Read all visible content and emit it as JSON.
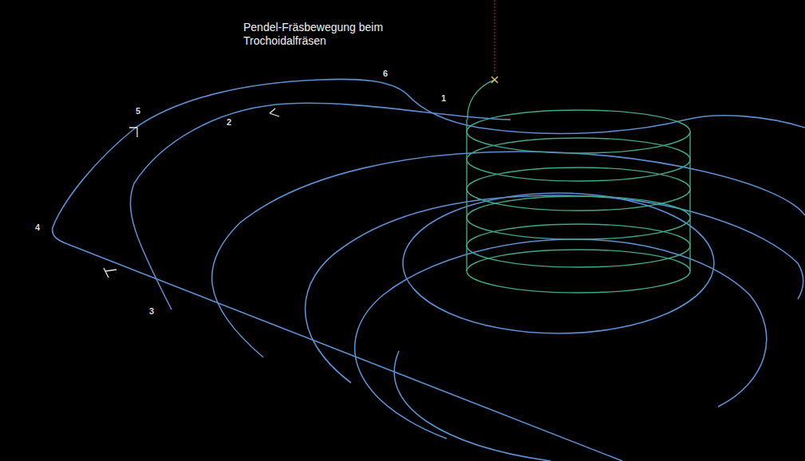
{
  "diagram": {
    "title": "Pendel-Fräsbewegung beim Trochoidalfräsen",
    "labels": [
      "1",
      "2",
      "3",
      "4",
      "5",
      "6"
    ]
  }
}
